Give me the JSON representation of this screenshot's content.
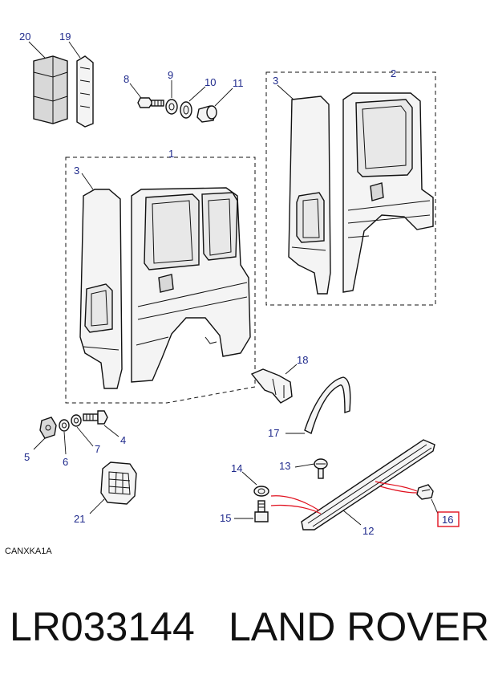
{
  "diagram": {
    "callouts": [
      "20",
      "19",
      "8",
      "9",
      "10",
      "11",
      "3",
      "2",
      "3",
      "1",
      "18",
      "17",
      "5",
      "6",
      "7",
      "4",
      "14",
      "13",
      "15",
      "12",
      "16",
      "21"
    ],
    "highlighted_callout": "16",
    "highlight_color": "#e0101e",
    "callout_color": "#1f2a8c"
  },
  "reference_code": "CANXKA1A",
  "caption": {
    "part_number": "LR033144",
    "brand": "LAND ROVER"
  }
}
